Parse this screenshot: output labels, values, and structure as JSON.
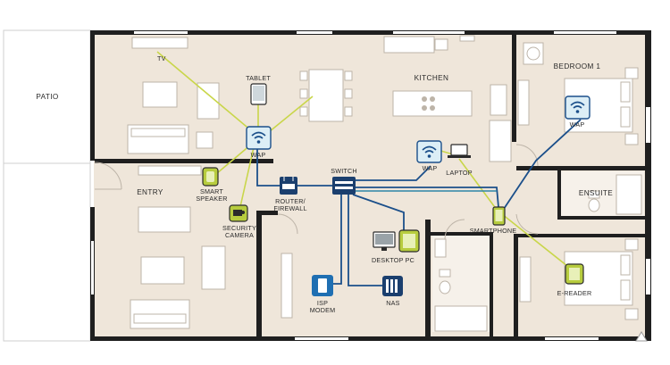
{
  "rooms": {
    "patio": "PATIO",
    "kitchen": "KITCHEN",
    "bedroom1": "BEDROOM 1",
    "entry": "ENTRY",
    "ensuite": "ENSUITE"
  },
  "devices": {
    "tv": "TV",
    "tablet": "TABLET",
    "wap_living": "WAP",
    "wap_kitchen": "WAP",
    "wap_bedroom": "WAP",
    "laptop": "LAPTOP",
    "smart_speaker_1": "SMART",
    "smart_speaker_2": "SPEAKER",
    "router_1": "ROUTER/",
    "router_2": "FIREWALL",
    "switch": "SWITCH",
    "security_camera_1": "SECURITY",
    "security_camera_2": "CAMERA",
    "smartphone": "SMARTPHONE",
    "desktop_pc": "DESKTOP PC",
    "isp_modem_1": "ISP",
    "isp_modem_2": "MODEM",
    "nas": "NAS",
    "e_reader": "E-READER"
  },
  "colors": {
    "floor": "#efe6da",
    "wall": "#1f1f1f",
    "wifi_link": "#c9d64a",
    "ethernet_link": "#1b4f8a",
    "wap_fill": "#dceef6",
    "device_green": "#b7cc3e",
    "device_blue": "#1f6fb2",
    "device_navy": "#1b3f6e"
  },
  "icons": [
    "wifi-icon",
    "router-icon",
    "switch-icon",
    "camera-icon",
    "speaker-icon",
    "tablet-icon",
    "laptop-icon",
    "smartphone-icon",
    "desktop-icon",
    "modem-icon",
    "nas-icon",
    "e-reader-icon"
  ]
}
